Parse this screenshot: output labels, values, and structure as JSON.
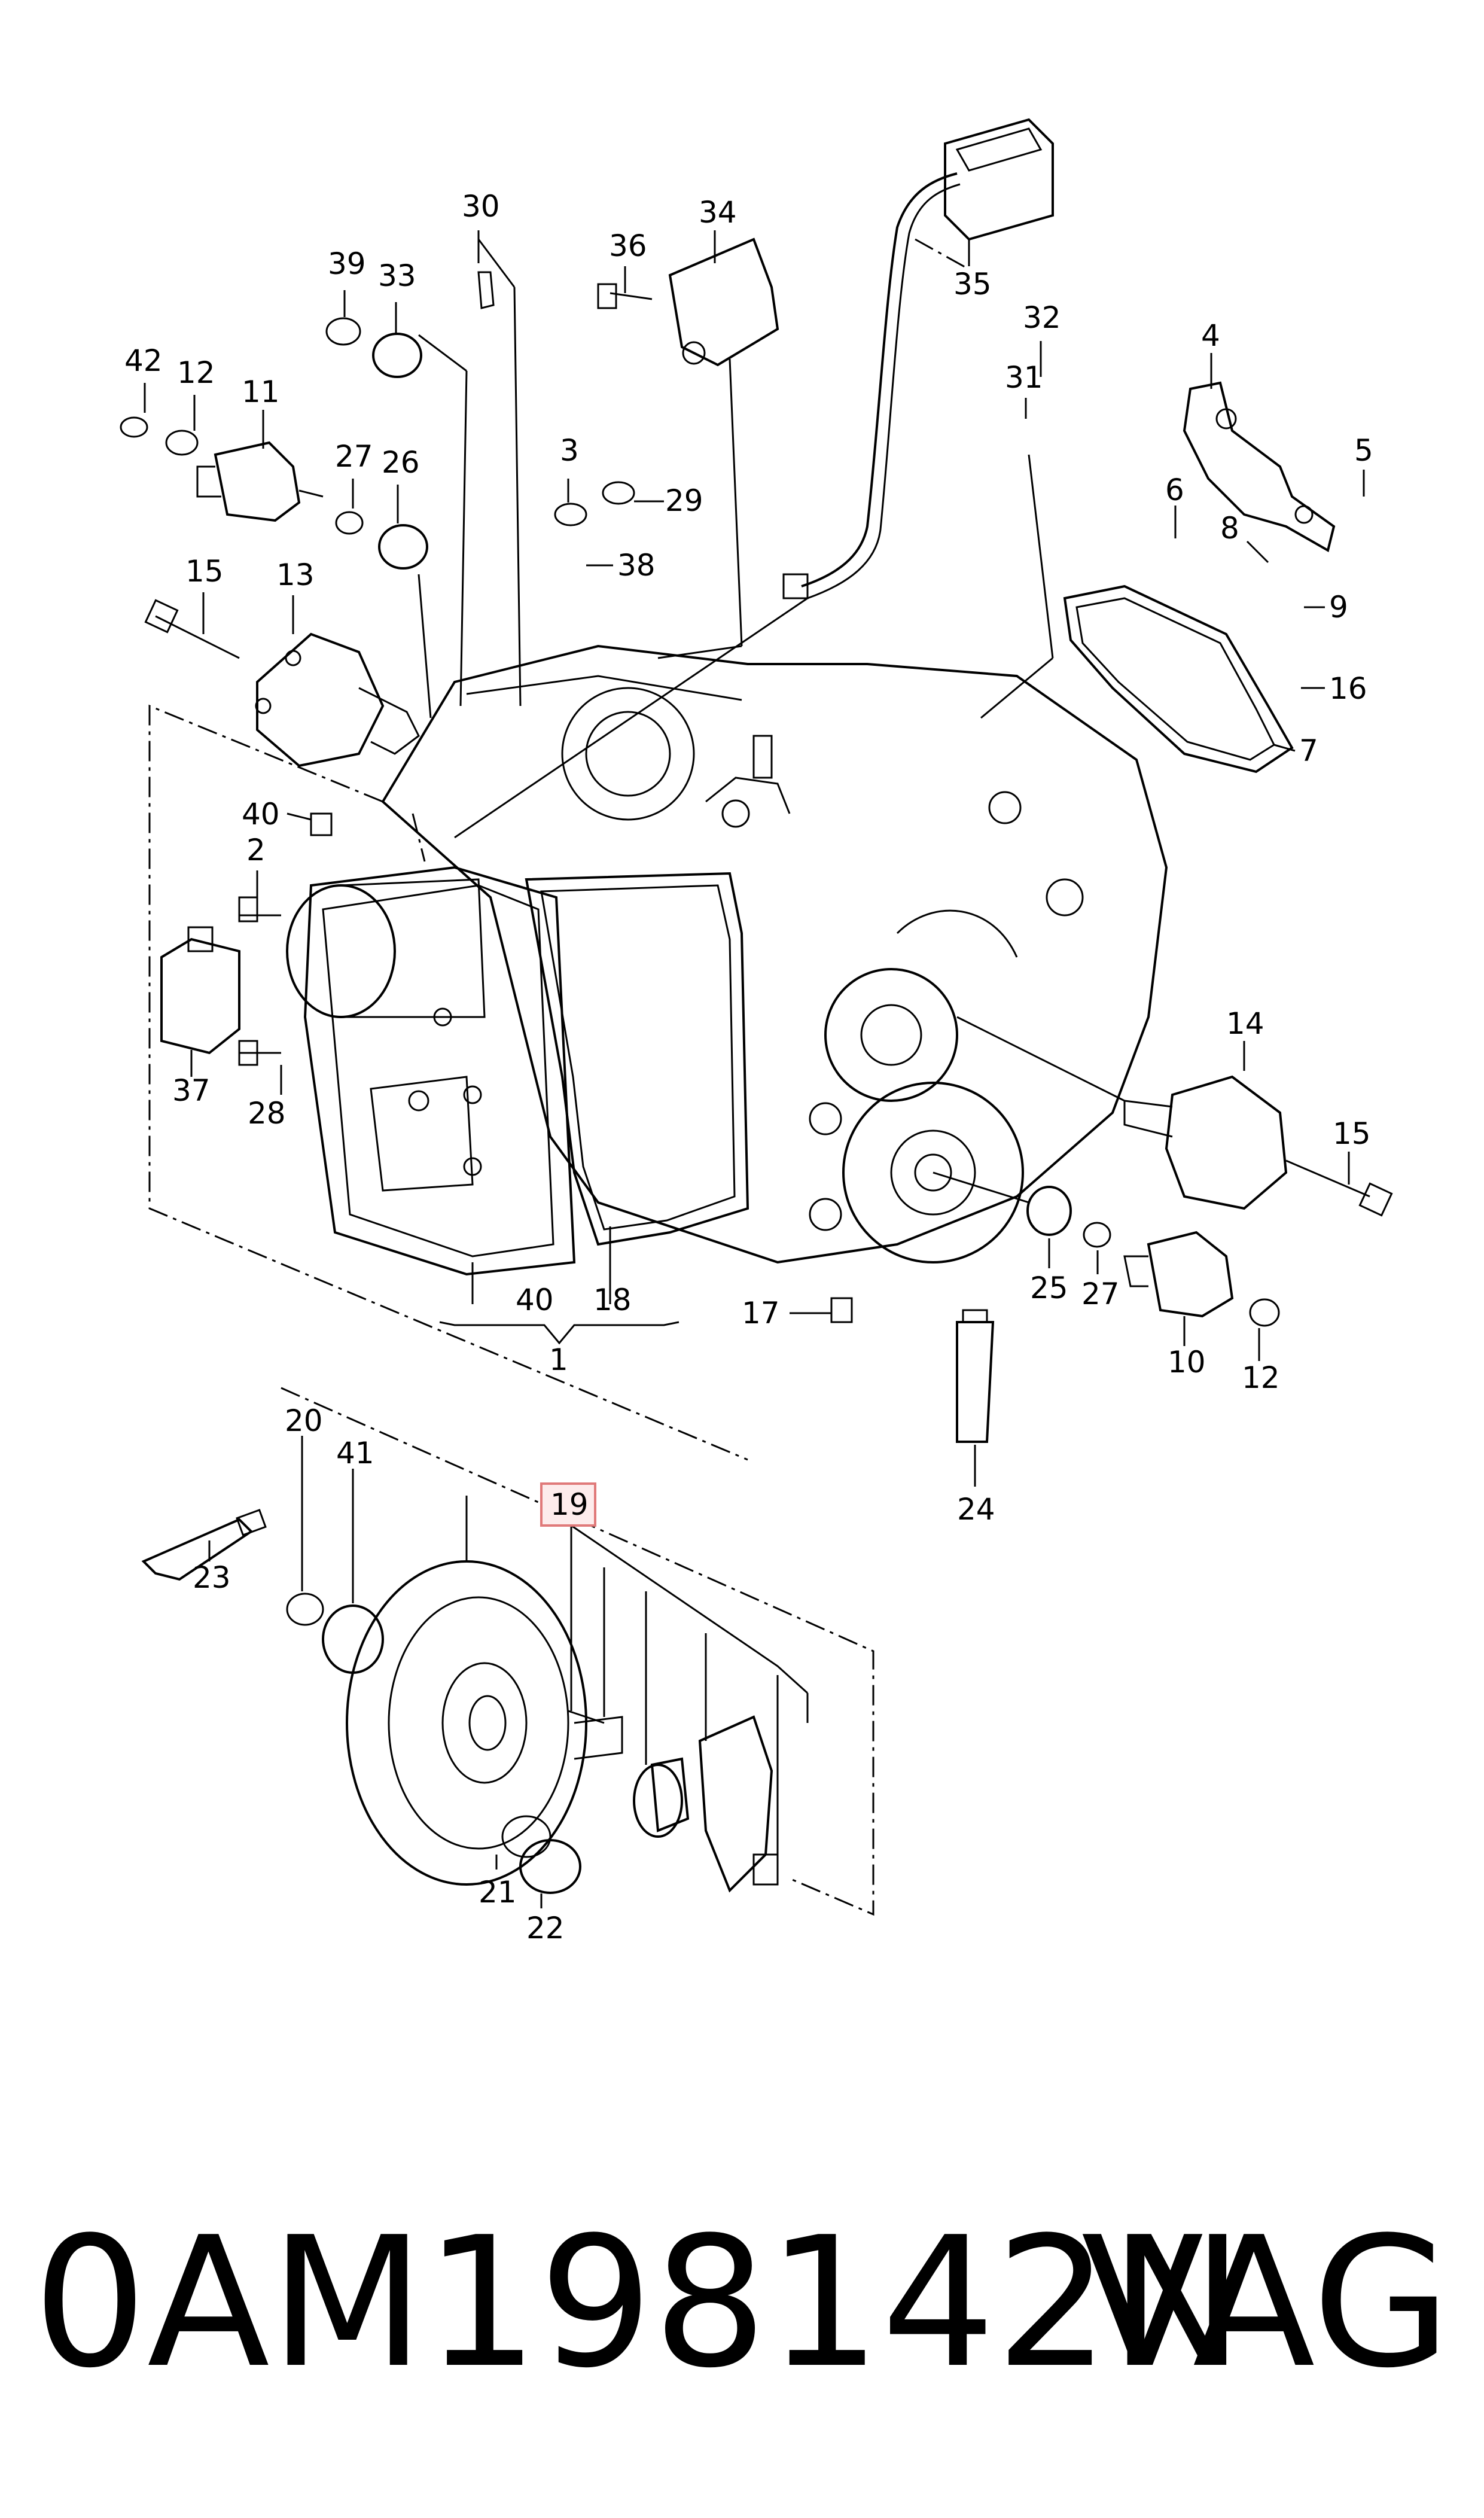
{
  "diagram": {
    "callouts": [
      "42",
      "12",
      "11",
      "39",
      "33",
      "30",
      "36",
      "34",
      "35",
      "27",
      "26",
      "3",
      "29",
      "38",
      "32",
      "31",
      "4",
      "5",
      "6",
      "8",
      "9",
      "16",
      "7",
      "15",
      "13",
      "40",
      "2",
      "37",
      "28",
      "40",
      "18",
      "1",
      "14",
      "15",
      "25",
      "27",
      "10",
      "12",
      "17",
      "24",
      "20",
      "41",
      "19",
      "23",
      "21",
      "22"
    ],
    "highlighted_callout": "19"
  },
  "caption": {
    "part_number": "0AM198142N",
    "brand": "VAG"
  }
}
